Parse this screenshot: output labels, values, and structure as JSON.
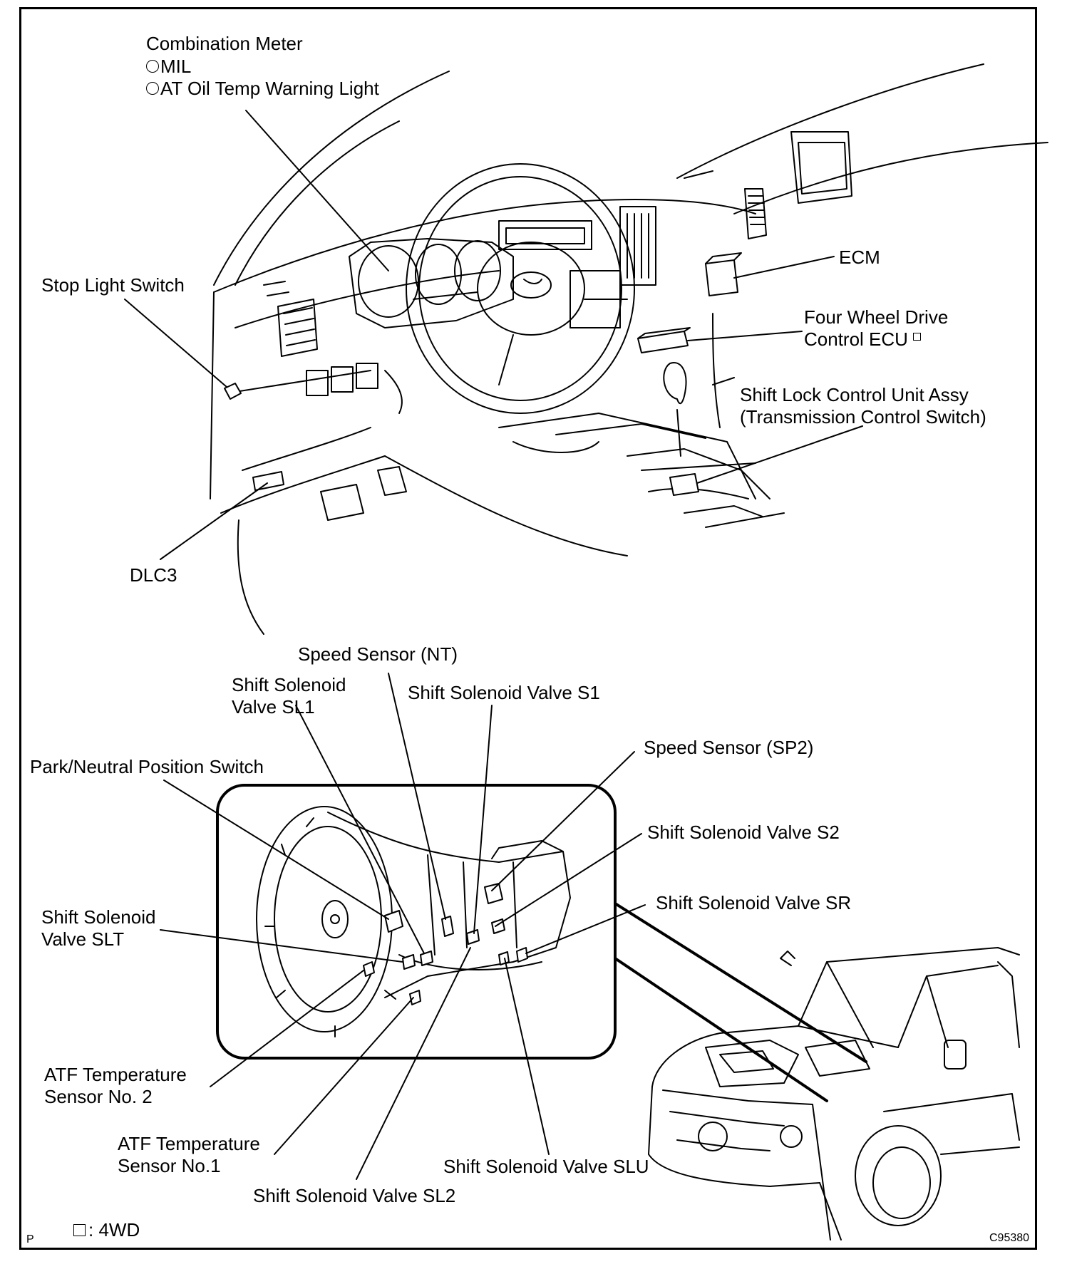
{
  "labels": {
    "combination_meter": "Combination Meter",
    "mil": "MIL",
    "at_oil_temp": "AT Oil Temp Warning Light",
    "stop_light_switch": "Stop Light Switch",
    "ecm": "ECM",
    "four_wd_ecu_line1": "Four Wheel Drive",
    "four_wd_ecu_line2": "Control ECU",
    "shift_lock_line1": "Shift Lock Control Unit Assy",
    "shift_lock_line2": "(Transmission Control Switch)",
    "dlc3": "DLC3",
    "speed_sensor_nt": "Speed Sensor (NT)",
    "sl1_line1": "Shift Solenoid",
    "sl1_line2": "Valve SL1",
    "s1": "Shift Solenoid Valve S1",
    "speed_sensor_sp2": "Speed Sensor (SP2)",
    "park_neutral": "Park/Neutral Position Switch",
    "s2": "Shift Solenoid Valve S2",
    "sr": "Shift Solenoid Valve SR",
    "slt_line1": "Shift Solenoid",
    "slt_line2": "Valve SLT",
    "atf2_line1": "ATF Temperature",
    "atf2_line2": "Sensor No. 2",
    "atf1_line1": "ATF Temperature",
    "atf1_line2": "Sensor No.1",
    "slu": "Shift Solenoid Valve SLU",
    "sl2": "Shift Solenoid Valve SL2"
  },
  "legend": {
    "text": ": 4WD"
  },
  "footer": {
    "page_marker": "P",
    "figure_code": "C95380"
  }
}
